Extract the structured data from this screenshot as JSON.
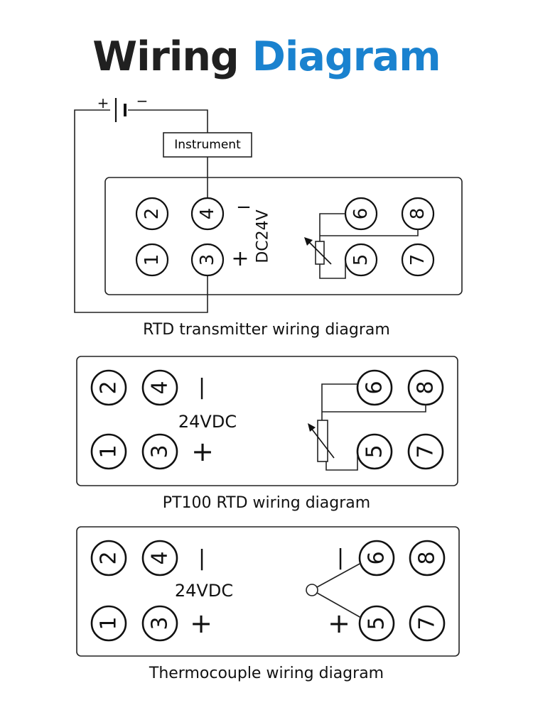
{
  "title": {
    "part1": "Wiring",
    "part2": "Diagram"
  },
  "diagram1": {
    "caption": "RTD transmitter wiring diagram",
    "instrument_label": "Instrument",
    "supply_label": "DC24V",
    "battery_plus": "+",
    "battery_minus": "−",
    "terminal_plus": "+",
    "terminal_minus": "−",
    "terminals": [
      "1",
      "2",
      "3",
      "4",
      "5",
      "6",
      "7",
      "8"
    ]
  },
  "diagram2": {
    "caption": "PT100 RTD wiring diagram",
    "supply_label": "24VDC",
    "plus": "+",
    "minus": "|",
    "terminals": [
      "1",
      "2",
      "3",
      "4",
      "5",
      "6",
      "7",
      "8"
    ]
  },
  "diagram3": {
    "caption": "Thermocouple wiring diagram",
    "supply_label": "24VDC",
    "plus": "+",
    "minus": "|",
    "tc_plus": "+",
    "tc_minus": "|",
    "terminals": [
      "1",
      "2",
      "3",
      "4",
      "5",
      "6",
      "7",
      "8"
    ]
  }
}
